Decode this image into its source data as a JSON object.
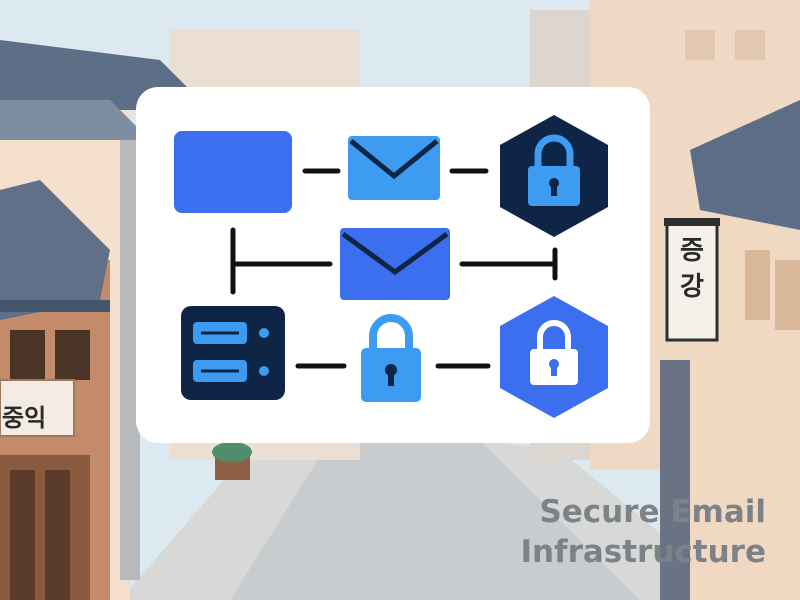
{
  "caption": {
    "line1": "Secure Email",
    "line2": "Infrastructure"
  },
  "signs": {
    "right_text": "증강",
    "left_text": "중익"
  },
  "diagram": {
    "nodes": [
      {
        "id": "client",
        "kind": "rounded-rect",
        "icon": "device-box"
      },
      {
        "id": "mail-top",
        "kind": "envelope",
        "icon": "envelope-icon"
      },
      {
        "id": "lock-top",
        "kind": "hexagon",
        "icon": "padlock-icon"
      },
      {
        "id": "mail-middle",
        "kind": "envelope",
        "icon": "envelope-icon"
      },
      {
        "id": "server",
        "kind": "server",
        "icon": "server-icon"
      },
      {
        "id": "lock-middle",
        "kind": "padlock",
        "icon": "padlock-icon"
      },
      {
        "id": "lock-bottom",
        "kind": "hexagon",
        "icon": "padlock-icon"
      }
    ],
    "colors": {
      "primary_blue": "#3b6ff0",
      "light_blue": "#3d9cf2",
      "navy": "#0f2546",
      "connector": "#111111",
      "panel": "#ffffff"
    }
  }
}
